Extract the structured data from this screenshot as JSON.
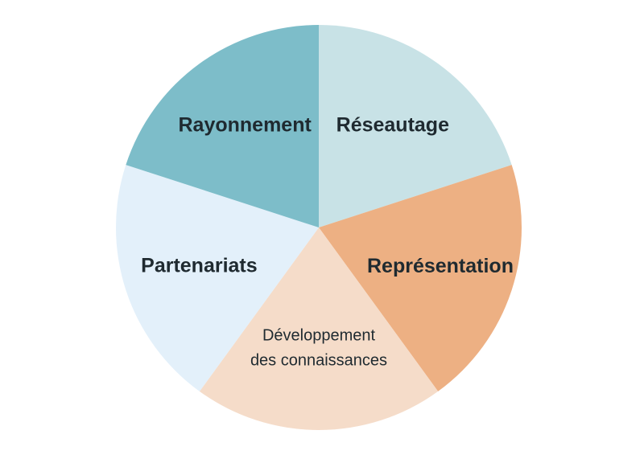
{
  "chart_data": {
    "type": "pie",
    "title": "",
    "categories": [
      "Réseautage",
      "Représentation",
      "Développement des connaissances",
      "Partenariats",
      "Rayonnement"
    ],
    "values": [
      20,
      20,
      20,
      20,
      20
    ],
    "labels": [
      [
        "Réseautage"
      ],
      [
        "Représentation"
      ],
      [
        "Développement",
        "des connaissances"
      ],
      [
        "Partenariats"
      ],
      [
        "Rayonnement"
      ]
    ],
    "colors": [
      "#c8e2e6",
      "#edb083",
      "#f5dcc9",
      "#e3f0fa",
      "#7dbdc9"
    ],
    "start_angle_deg": 0,
    "direction": "clockwise",
    "legend": "none"
  }
}
